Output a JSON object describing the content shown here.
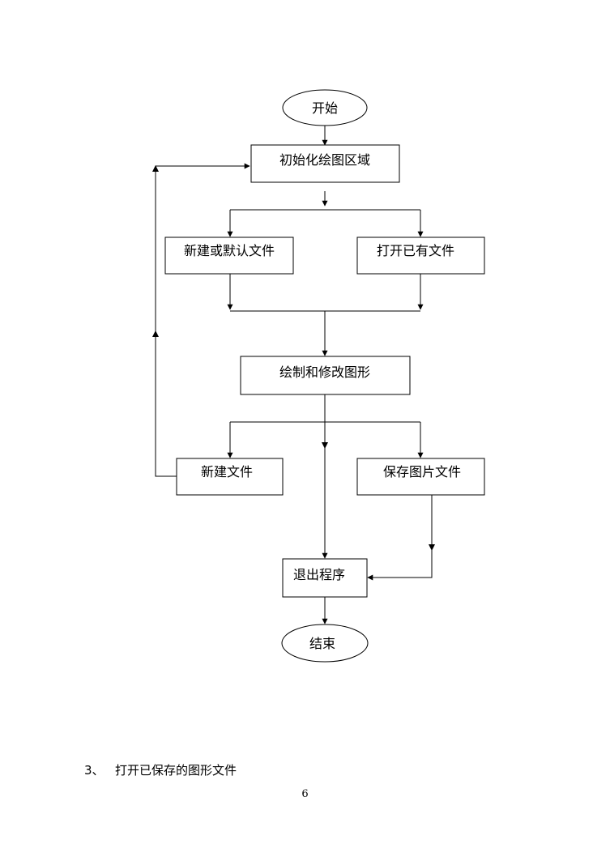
{
  "flowchart": {
    "nodes": {
      "start": "开始",
      "init": "初始化绘图区域",
      "new_default": "新建或默认文件",
      "open_existing": "打开已有文件",
      "draw_modify": "绘制和修改图形",
      "new_file": "新建文件",
      "save_image": "保存图片文件",
      "exit": "退出程序",
      "end": "结束"
    },
    "edges": [
      {
        "from": "start",
        "to": "init"
      },
      {
        "from": "init",
        "to": "new_default"
      },
      {
        "from": "init",
        "to": "open_existing"
      },
      {
        "from": "new_default",
        "to": "draw_modify"
      },
      {
        "from": "open_existing",
        "to": "draw_modify"
      },
      {
        "from": "draw_modify",
        "to": "new_file"
      },
      {
        "from": "draw_modify",
        "to": "exit"
      },
      {
        "from": "draw_modify",
        "to": "save_image"
      },
      {
        "from": "new_file",
        "to": "init"
      },
      {
        "from": "save_image",
        "to": "exit"
      },
      {
        "from": "exit",
        "to": "end"
      }
    ]
  },
  "section": {
    "number": "3、",
    "title": "打开已保存的图形文件"
  },
  "page_number": "6"
}
